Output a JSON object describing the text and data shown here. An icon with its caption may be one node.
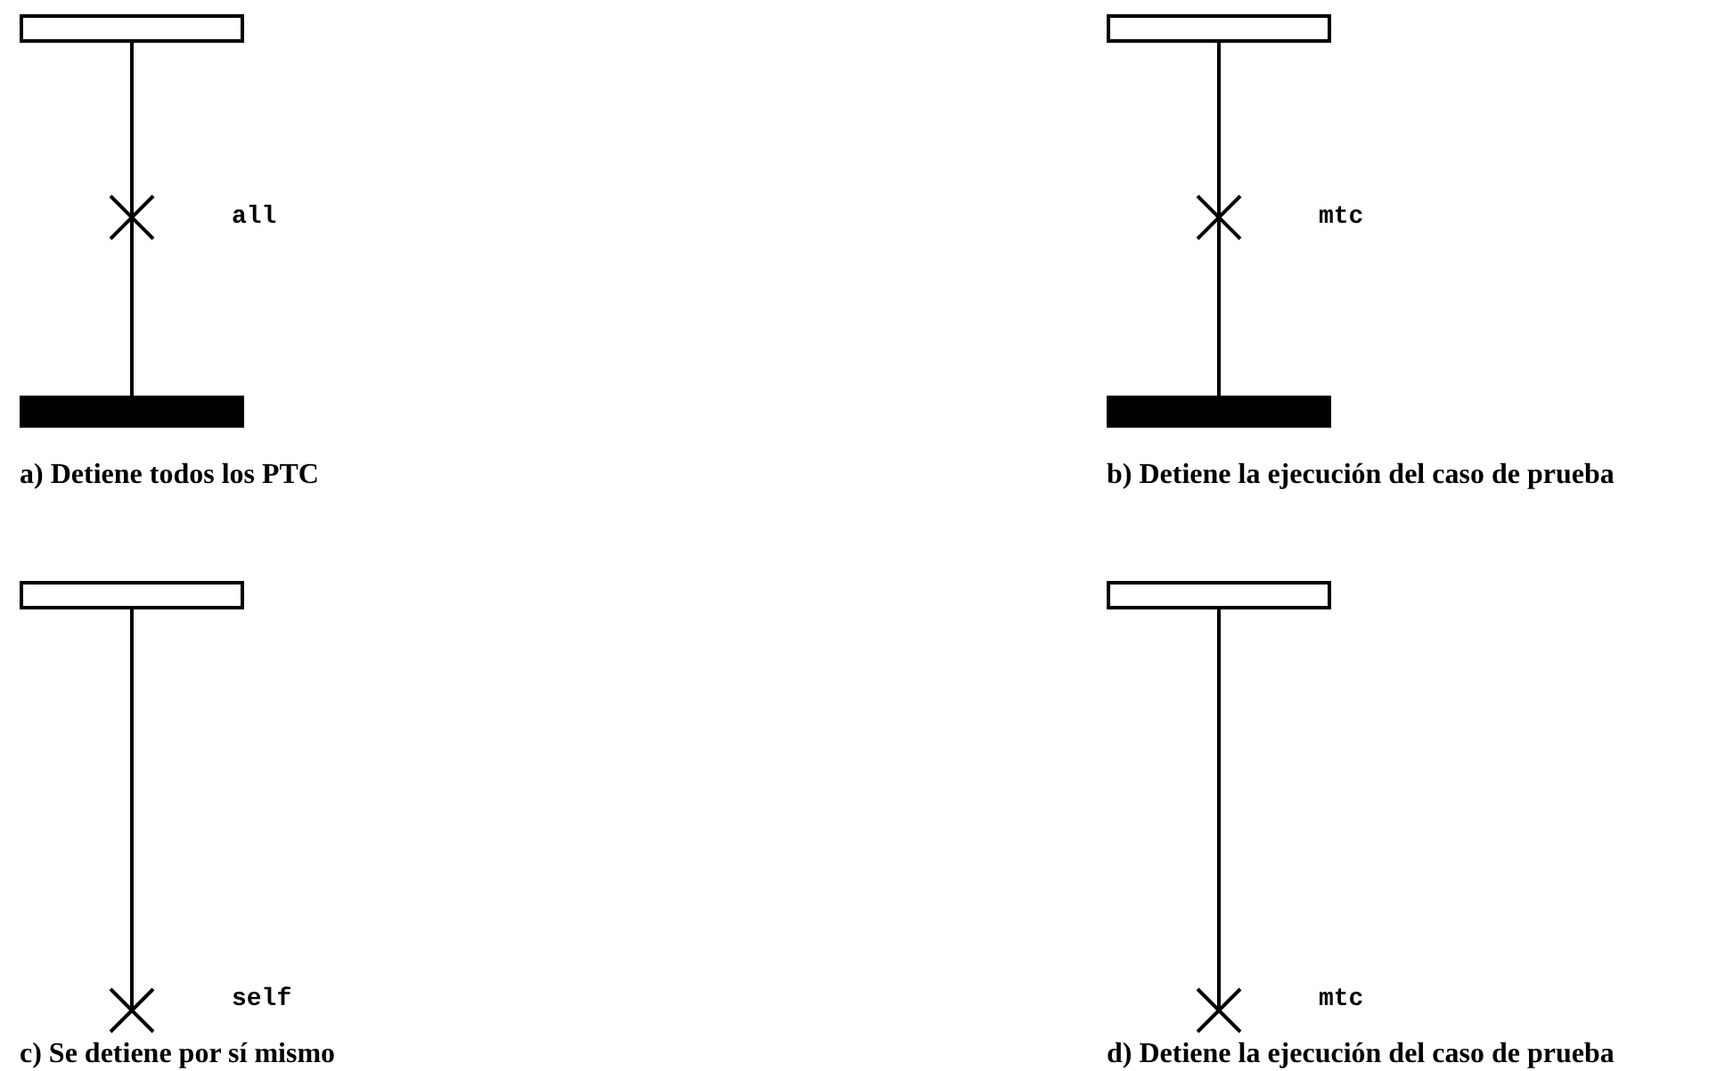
{
  "diagram": {
    "nodes": [
      {
        "text": [],
        "shape": "box"
      },
      {
        "text": [],
        "shape": "cross",
        "beside": [
          "all"
        ]
      },
      {
        "text": [],
        "shape": "bar"
      },
      {
        "text": [],
        "shape": "box"
      },
      {
        "text": [],
        "shape": "cross",
        "beside": [
          "mtc"
        ]
      },
      {
        "text": [],
        "shape": "bar"
      },
      {
        "text": [],
        "shape": "box"
      },
      {
        "text": [],
        "shape": "cross",
        "beside": [
          "self"
        ]
      },
      {
        "text": [],
        "shape": "box"
      },
      {
        "text": [],
        "shape": "cross",
        "beside": [
          "mtc"
        ]
      }
    ],
    "edges": [
      {
        "from": 0,
        "to": 1,
        "arrow": "none"
      },
      {
        "from": 1,
        "to": 2,
        "arrow": "none"
      },
      {
        "from": 3,
        "to": 4,
        "arrow": "none"
      },
      {
        "from": 4,
        "to": 5,
        "arrow": "none"
      },
      {
        "from": 6,
        "to": 7,
        "arrow": "none"
      },
      {
        "from": 8,
        "to": 9,
        "arrow": "none"
      }
    ],
    "labels": [
      "a) Detiene todos los PTC",
      "b) Detiene la ejecución del caso de prueba",
      "c) Se detiene por sí mismo",
      "d) Detiene la ejecución del caso de prueba"
    ]
  }
}
